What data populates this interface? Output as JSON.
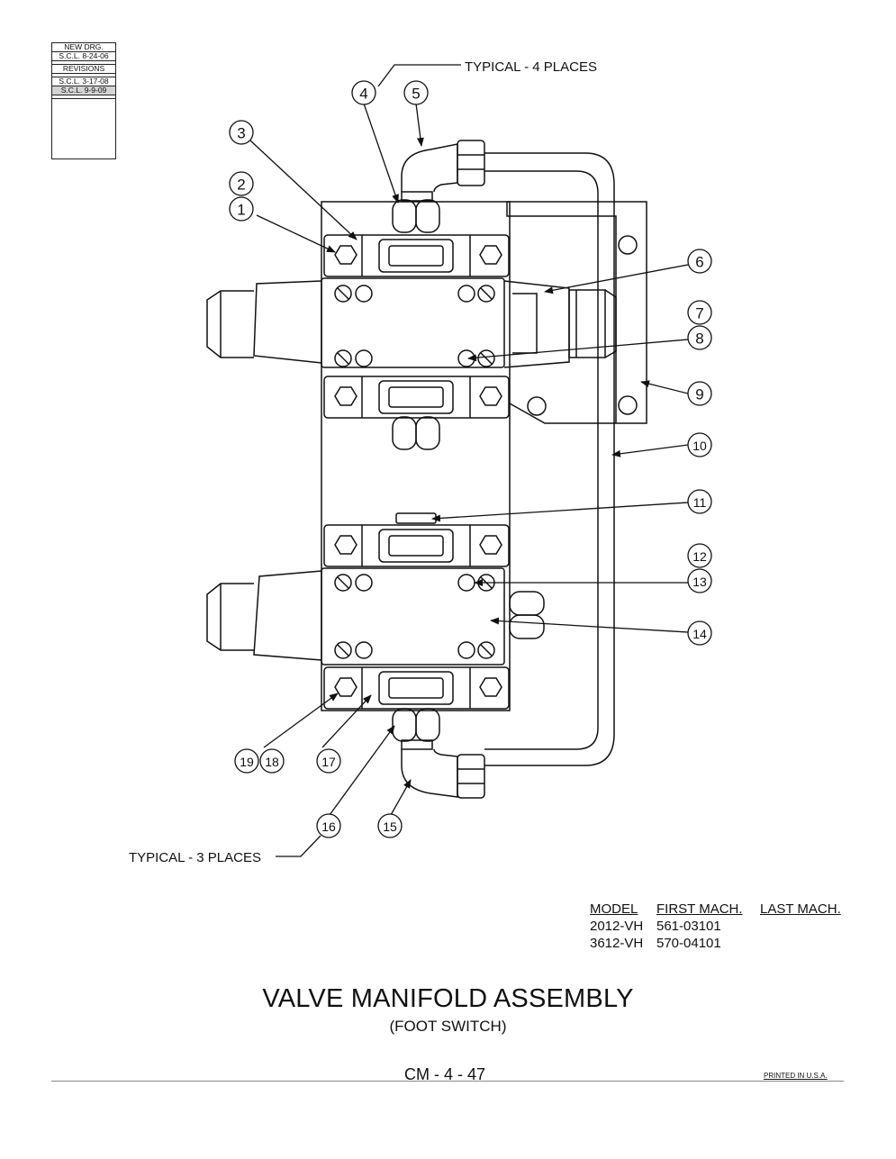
{
  "revision_block": {
    "rows": [
      "NEW DRG.",
      "S.C.L. 8-24-06",
      "REVISIONS",
      "S.C.L. 3-17-08",
      "S.C.L. 9-9-09"
    ]
  },
  "callouts": {
    "typical_4": "TYPICAL - 4 PLACES",
    "typical_3": "TYPICAL - 3 PLACES",
    "numbers": [
      "1",
      "2",
      "3",
      "4",
      "5",
      "6",
      "7",
      "8",
      "9",
      "10",
      "11",
      "12",
      "13",
      "14",
      "15",
      "16",
      "17",
      "18",
      "19"
    ]
  },
  "model_table": {
    "headers": [
      "MODEL",
      "FIRST MACH.",
      "LAST MACH."
    ],
    "rows": [
      [
        "2012-VH",
        "561-03101"
      ],
      [
        "3612-VH",
        "570-04101"
      ]
    ]
  },
  "title": "VALVE MANIFOLD ASSEMBLY",
  "subtitle": "(FOOT SWITCH)",
  "page_number": "CM - 4 - 47",
  "printed": "PRINTED IN U.S.A."
}
